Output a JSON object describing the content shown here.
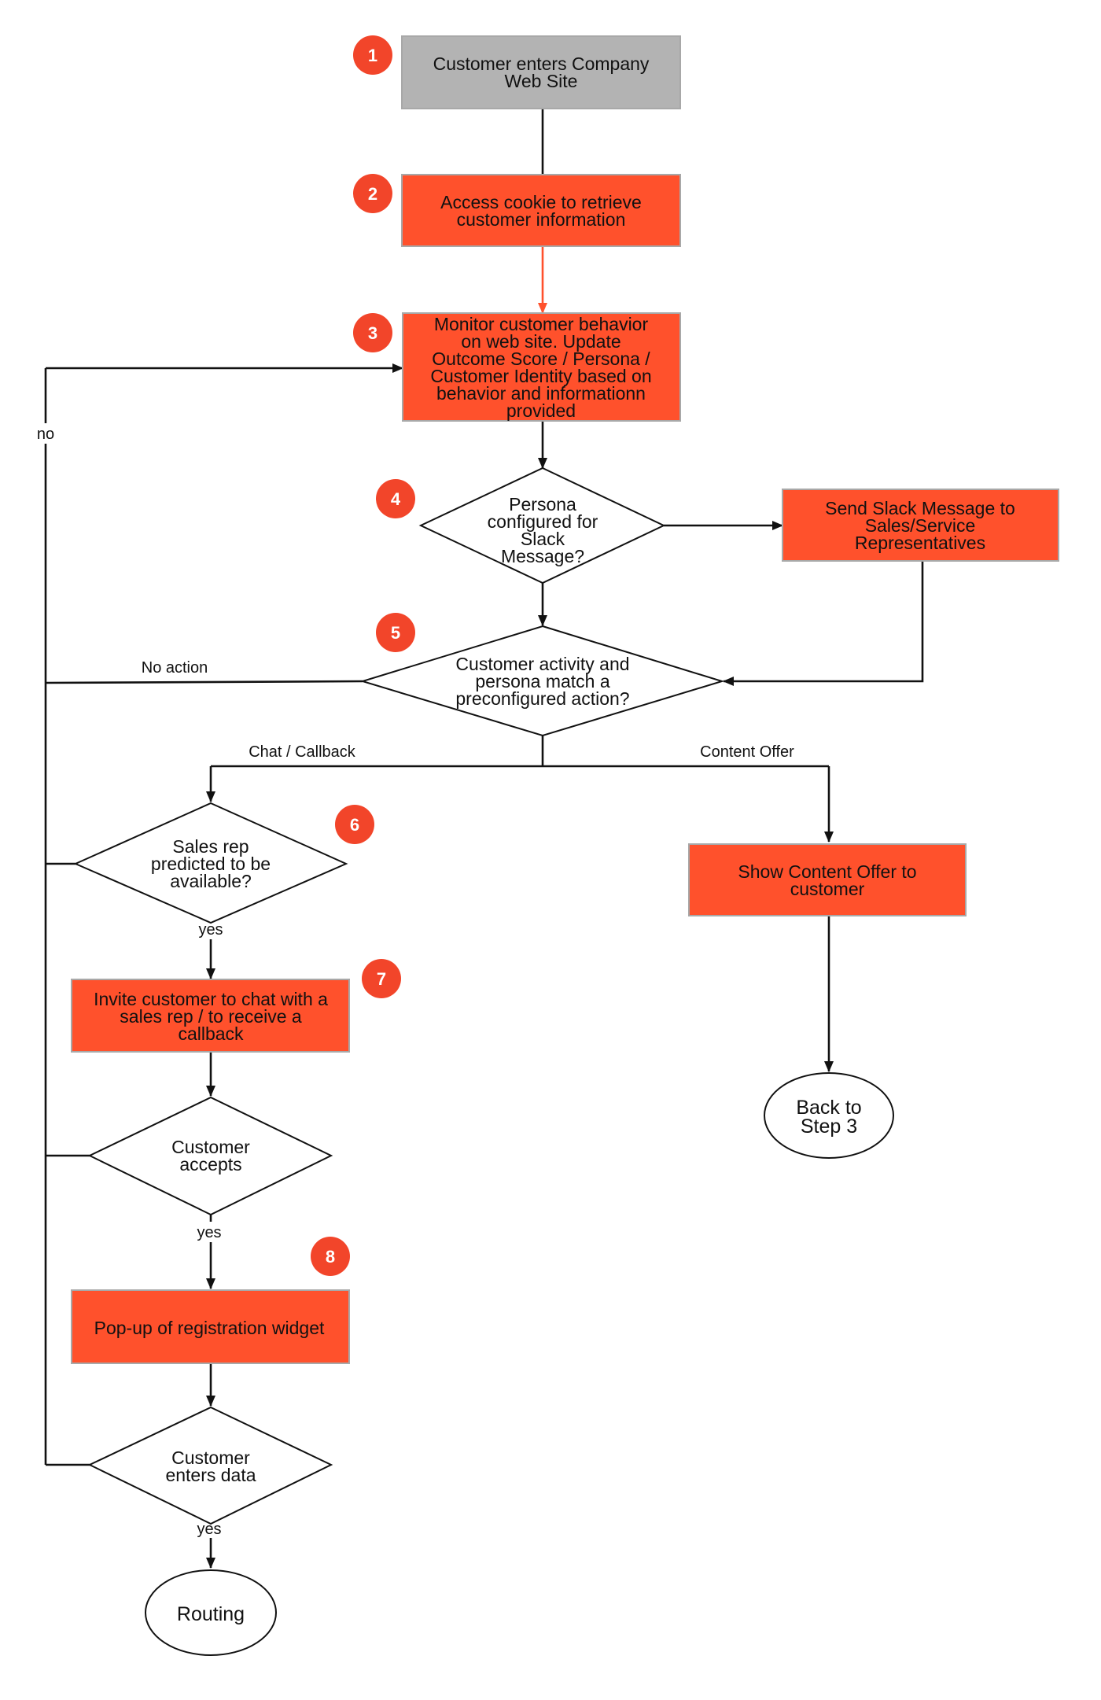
{
  "colors": {
    "process": "#ff512c",
    "start": "#b3b3b3",
    "badge": "#f2452a",
    "line": "#111111",
    "highlight_line": "#ff512c",
    "border": "#a8a8a8"
  },
  "nodes": {
    "start": {
      "lines": [
        "Customer enters Company",
        "Web Site"
      ],
      "badge": "1"
    },
    "cookie": {
      "lines": [
        "Access cookie to retrieve",
        "customer information"
      ],
      "badge": "2"
    },
    "monitor": {
      "lines": [
        "Monitor customer behavior",
        "on web site. Update",
        "Outcome Score / Persona /",
        "Customer Identity based on",
        "behavior and informationn",
        "provided"
      ],
      "badge": "3"
    },
    "persona_slack": {
      "lines": [
        "Persona",
        "configured for",
        "Slack",
        "Message?"
      ],
      "badge": "4"
    },
    "slack_message": {
      "lines": [
        "Send Slack Message to",
        "Sales/Service",
        "Representatives"
      ]
    },
    "activity_match": {
      "lines": [
        "Customer activity and",
        "persona match a",
        "preconfigured action?"
      ],
      "badge": "5"
    },
    "sales_rep": {
      "lines": [
        "Sales rep",
        "predicted to be",
        "available?"
      ],
      "badge": "6"
    },
    "content_offer": {
      "lines": [
        "Show Content Offer to",
        "customer"
      ]
    },
    "invite": {
      "lines": [
        "Invite customer to chat with a",
        "sales rep / to receive a",
        "callback"
      ],
      "badge": "7"
    },
    "back_to_step3": {
      "lines": [
        "Back to",
        "Step 3"
      ]
    },
    "accepts": {
      "lines": [
        "Customer",
        "accepts"
      ]
    },
    "popup": {
      "lines": [
        "Pop-up of registration widget"
      ],
      "badge": "8"
    },
    "enters_data": {
      "lines": [
        "Customer",
        "enters data"
      ]
    },
    "routing": {
      "lines": [
        "Routing"
      ]
    }
  },
  "edge_labels": {
    "no": "no",
    "no_action": "No action",
    "chat_callback": "Chat / Callback",
    "content_offer": "Content Offer",
    "yes_available": "yes",
    "yes_accepts": "yes",
    "yes_data": "yes"
  }
}
